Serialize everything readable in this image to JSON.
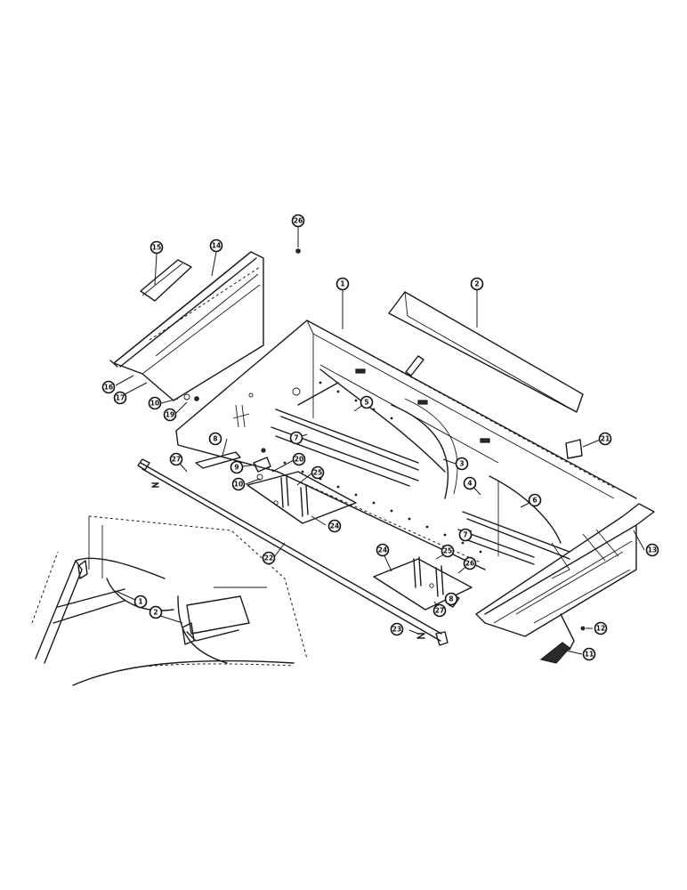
{
  "callouts": [
    {
      "id": "c1a",
      "label": "1"
    },
    {
      "id": "c2a",
      "label": "2"
    },
    {
      "id": "c1b",
      "label": "1"
    },
    {
      "id": "c2b",
      "label": "2"
    },
    {
      "id": "c3",
      "label": "3"
    },
    {
      "id": "c4",
      "label": "4"
    },
    {
      "id": "c5",
      "label": "5"
    },
    {
      "id": "c6",
      "label": "6"
    },
    {
      "id": "c7a",
      "label": "7"
    },
    {
      "id": "c7b",
      "label": "7"
    },
    {
      "id": "c8a",
      "label": "8"
    },
    {
      "id": "c8b",
      "label": "8"
    },
    {
      "id": "c9",
      "label": "9"
    },
    {
      "id": "c10a",
      "label": "10"
    },
    {
      "id": "c10b",
      "label": "10"
    },
    {
      "id": "c11",
      "label": "11"
    },
    {
      "id": "c12",
      "label": "12"
    },
    {
      "id": "c13",
      "label": "13"
    },
    {
      "id": "c14",
      "label": "14"
    },
    {
      "id": "c15",
      "label": "15"
    },
    {
      "id": "c16",
      "label": "16"
    },
    {
      "id": "c17",
      "label": "17"
    },
    {
      "id": "c19",
      "label": "19"
    },
    {
      "id": "c20",
      "label": "20"
    },
    {
      "id": "c21",
      "label": "21"
    },
    {
      "id": "c22",
      "label": "22"
    },
    {
      "id": "c23",
      "label": "23"
    },
    {
      "id": "c24a",
      "label": "24"
    },
    {
      "id": "c24b",
      "label": "24"
    },
    {
      "id": "c25a",
      "label": "25"
    },
    {
      "id": "c25b",
      "label": "25"
    },
    {
      "id": "c26a",
      "label": "26"
    },
    {
      "id": "c26b",
      "label": "26"
    },
    {
      "id": "c27a",
      "label": "27"
    },
    {
      "id": "c27b",
      "label": "27"
    }
  ]
}
